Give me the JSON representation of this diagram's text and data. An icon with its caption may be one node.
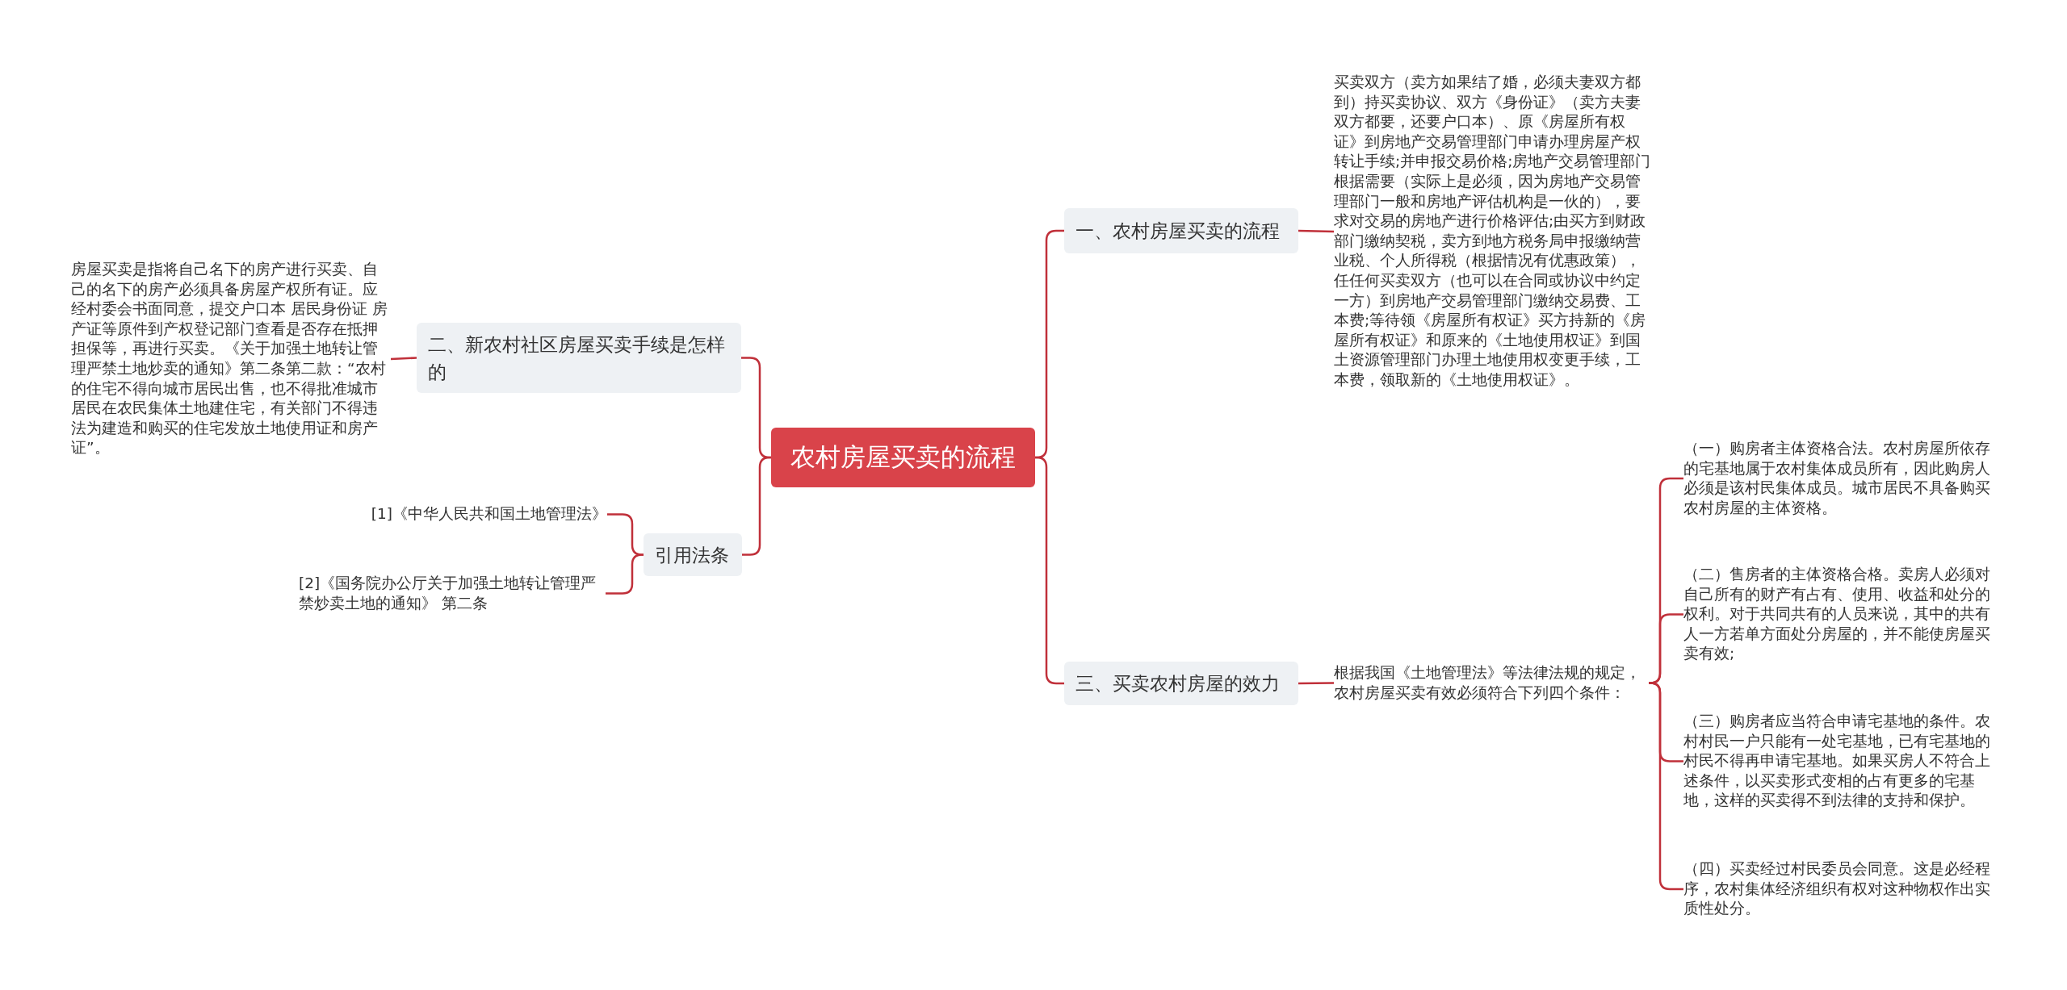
{
  "diagram": {
    "nodes": [
      {
        "text": [
          "农村房屋买卖的流程"
        ]
      },
      {
        "text": [
          "一、农村房屋买卖的流程"
        ]
      },
      {
        "text": [
          "买卖双方（卖方如果结了婚，必须夫妻双方都到）持买卖协议、双方《身份证》（卖方夫妻双方都要，还要户口本）、原《房屋所有权证》到房地产交易管理部门申请办理房屋产权转让手续;并申报交易价格;房地产交易管理部门根据需要（实际上是必须，因为房地产交易管理部门一般和房地产评估机构是一伙的），要求对交易的房地产进行价格评估;由买方到财政部门缴纳契税，卖方到地方税务局申报缴纳营业税、个人所得税（根据情况有优惠政策），任任何买卖双方（也可以在合同或协议中约定一方）到房地产交易管理部门缴纳交易费、工本费;等待领《房屋所有权证》买方持新的《房屋所有权证》和原来的《土地使用权证》到国土资源管理部门办理土地使用权变更手续，工本费，领取新的《土地使用权证》。"
        ]
      },
      {
        "text": [
          "二、新农村社区房屋买卖手续是怎样的"
        ]
      },
      {
        "text": [
          "房屋买卖是指将自己名下的房产进行买卖、自己的名下的房产必须具备房屋产权所有证。应经村委会书面同意，提交户口本 居民身份证 房产证等原件到产权登记部门查看是否存在抵押担保等，再进行买卖。《关于加强土地转让管理严禁土地炒卖的通知》第二条第二款：“农村的住宅不得向城市居民出售，也不得批准城市居民在农民集体土地建住宅，有关部门不得违法为建造和购买的住宅发放土地使用证和房产证”。"
        ]
      },
      {
        "text": [
          "引用法条"
        ]
      },
      {
        "text": [
          "[1]《中华人民共和国土地管理法》"
        ]
      },
      {
        "text": [
          "[2]《国务院办公厅关于加强土地转让管理严禁炒卖土地的通知》 第二条"
        ]
      },
      {
        "text": [
          "三、买卖农村房屋的效力"
        ]
      },
      {
        "text": [
          "根据我国《土地管理法》等法律法规的规定，农村房屋买卖有效必须符合下列四个条件："
        ]
      },
      {
        "text": [
          "（一）购房者主体资格合法。农村房屋所依存的宅基地属于农村集体成员所有，因此购房人必须是该村民集体成员。城市居民不具备购买农村房屋的主体资格。"
        ]
      },
      {
        "text": [
          "（二）售房者的主体资格合格。卖房人必须对自己所有的财产有占有、使用、收益和处分的权利。对于共同共有的人员来说，其中的共有人一方若单方面处分房屋的，并不能使房屋买卖有效;"
        ]
      },
      {
        "text": [
          "（三）购房者应当符合申请宅基地的条件。农村村民一户只能有一处宅基地，已有宅基地的村民不得再申请宅基地。如果买房人不符合上述条件，以买卖形式变相的占有更多的宅基地，这样的买卖得不到法律的支持和保护。"
        ]
      },
      {
        "text": [
          "（四）买卖经过村民委员会同意。这是必经程序，农村集体经济组织有权对这种物权作出实质性处分。"
        ]
      }
    ],
    "edges": [
      {
        "from": 0,
        "to": 1,
        "arrow": "none"
      },
      {
        "from": 1,
        "to": 2,
        "arrow": "none"
      },
      {
        "from": 0,
        "to": 3,
        "arrow": "none"
      },
      {
        "from": 3,
        "to": 4,
        "arrow": "none"
      },
      {
        "from": 0,
        "to": 5,
        "arrow": "none"
      },
      {
        "from": 5,
        "to": 6,
        "arrow": "none"
      },
      {
        "from": 5,
        "to": 7,
        "arrow": "none"
      },
      {
        "from": 0,
        "to": 8,
        "arrow": "none"
      },
      {
        "from": 8,
        "to": 9,
        "arrow": "none"
      },
      {
        "from": 9,
        "to": 10,
        "arrow": "none"
      },
      {
        "from": 9,
        "to": 11,
        "arrow": "none"
      },
      {
        "from": 9,
        "to": 12,
        "arrow": "none"
      },
      {
        "from": 9,
        "to": 13,
        "arrow": "none"
      }
    ]
  }
}
